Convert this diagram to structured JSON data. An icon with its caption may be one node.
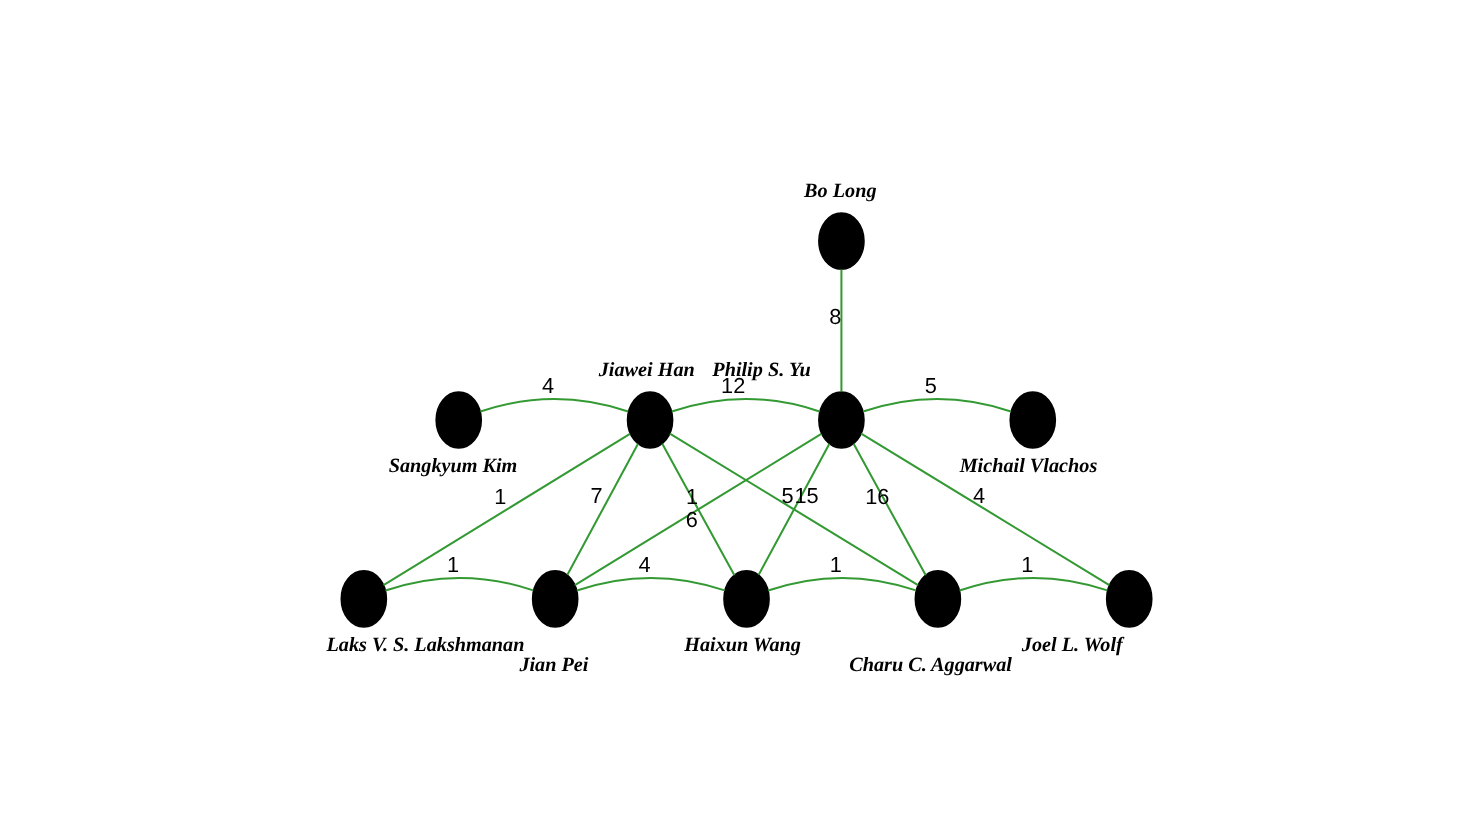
{
  "diagram": {
    "nodes": [
      {
        "text": [],
        "shape": "circle",
        "beside": [
          "Bo Long"
        ]
      },
      {
        "text": [],
        "shape": "circle",
        "beside": [
          "Sangkyum Kim"
        ]
      },
      {
        "text": [],
        "shape": "circle",
        "beside": [
          "Jiawei Han"
        ]
      },
      {
        "text": [],
        "shape": "circle",
        "beside": [
          "Philip S. Yu"
        ]
      },
      {
        "text": [],
        "shape": "circle",
        "beside": [
          "Michail Vlachos"
        ]
      },
      {
        "text": [],
        "shape": "circle",
        "beside": [
          "Laks V. S. Lakshmanan"
        ]
      },
      {
        "text": [],
        "shape": "circle",
        "beside": [
          "Jian Pei"
        ]
      },
      {
        "text": [],
        "shape": "circle",
        "beside": [
          "Haixun Wang"
        ]
      },
      {
        "text": [],
        "shape": "circle",
        "beside": [
          "Charu C. Aggarwal"
        ]
      },
      {
        "text": [],
        "shape": "circle",
        "beside": [
          "Joel L. Wolf"
        ]
      }
    ],
    "edges": [
      {
        "from": 0,
        "to": 3,
        "arrow": "none",
        "label": "8"
      },
      {
        "from": 1,
        "to": 2,
        "arrow": "none",
        "label": "4"
      },
      {
        "from": 2,
        "to": 3,
        "arrow": "none",
        "label": "12"
      },
      {
        "from": 3,
        "to": 4,
        "arrow": "none",
        "label": "5"
      },
      {
        "from": 2,
        "to": 5,
        "arrow": "none",
        "label": "1"
      },
      {
        "from": 2,
        "to": 6,
        "arrow": "none",
        "label": "7"
      },
      {
        "from": 2,
        "to": 7,
        "arrow": "none",
        "label": "1"
      },
      {
        "from": 2,
        "to": 8,
        "arrow": "none",
        "label": "5"
      },
      {
        "from": 3,
        "to": 6,
        "arrow": "none",
        "label": "6"
      },
      {
        "from": 3,
        "to": 7,
        "arrow": "none",
        "label": "15"
      },
      {
        "from": 3,
        "to": 8,
        "arrow": "none",
        "label": "16"
      },
      {
        "from": 3,
        "to": 9,
        "arrow": "none",
        "label": "4"
      },
      {
        "from": 5,
        "to": 6,
        "arrow": "none",
        "label": "1"
      },
      {
        "from": 6,
        "to": 7,
        "arrow": "none",
        "label": "4"
      },
      {
        "from": 7,
        "to": 8,
        "arrow": "none",
        "label": "1"
      },
      {
        "from": 8,
        "to": 9,
        "arrow": "none",
        "label": "1"
      }
    ]
  }
}
